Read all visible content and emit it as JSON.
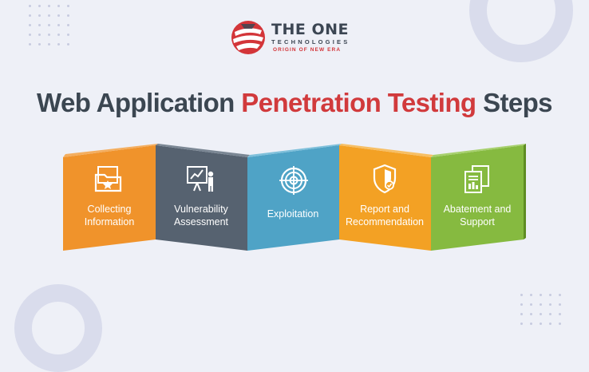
{
  "logo": {
    "name": "THE ONE",
    "sub": "TECHNOLOGIES",
    "tagline": "ORIGIN OF NEW ERA"
  },
  "title": {
    "part1": "Web Application ",
    "highlight": "Penetration Testing",
    "part2": " Steps"
  },
  "colors": {
    "accent": "#d13a3c",
    "title": "#3b4651",
    "step1": "#f0932b",
    "step2": "#566270",
    "step3": "#4fa3c6",
    "step4": "#f3a124",
    "step5": "#86ba40"
  },
  "steps": [
    {
      "label_line1": "Collecting",
      "label_line2": "Information",
      "icon": "folder-star-icon"
    },
    {
      "label_line1": "Vulnerability",
      "label_line2": "Assessment",
      "icon": "presentation-icon"
    },
    {
      "label_line1": "Exploitation",
      "label_line2": "",
      "icon": "target-icon"
    },
    {
      "label_line1": "Report and",
      "label_line2": "Recommendation",
      "icon": "shield-icon"
    },
    {
      "label_line1": "Abatement and",
      "label_line2": "Support",
      "icon": "documents-icon"
    }
  ]
}
